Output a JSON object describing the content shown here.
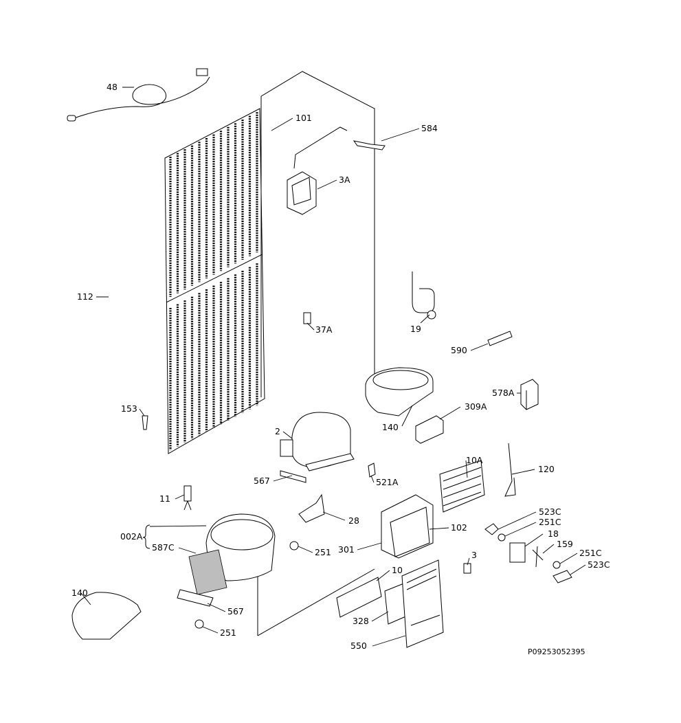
{
  "diagram": {
    "reference_code": "P09253052395",
    "callouts": [
      {
        "key": "c48",
        "label": "48"
      },
      {
        "key": "c101",
        "label": "101"
      },
      {
        "key": "c584",
        "label": "584"
      },
      {
        "key": "c3A",
        "label": "3A"
      },
      {
        "key": "c112",
        "label": "112"
      },
      {
        "key": "c19",
        "label": "19"
      },
      {
        "key": "c37A",
        "label": "37A"
      },
      {
        "key": "c590",
        "label": "590"
      },
      {
        "key": "c578A",
        "label": "578A"
      },
      {
        "key": "c153",
        "label": "153"
      },
      {
        "key": "c140a",
        "label": "140"
      },
      {
        "key": "c309A",
        "label": "309A"
      },
      {
        "key": "c2",
        "label": "2"
      },
      {
        "key": "c10A",
        "label": "10A"
      },
      {
        "key": "c120",
        "label": "120"
      },
      {
        "key": "c567a",
        "label": "567"
      },
      {
        "key": "c521A",
        "label": "521A"
      },
      {
        "key": "c11",
        "label": "11"
      },
      {
        "key": "c28",
        "label": "28"
      },
      {
        "key": "c523Ca",
        "label": "523C"
      },
      {
        "key": "c251Ca",
        "label": "251C"
      },
      {
        "key": "c002A",
        "label": "002A"
      },
      {
        "key": "c102",
        "label": "102"
      },
      {
        "key": "c18",
        "label": "18"
      },
      {
        "key": "c587C",
        "label": "587C"
      },
      {
        "key": "c251a",
        "label": "251"
      },
      {
        "key": "c301",
        "label": "301"
      },
      {
        "key": "c159",
        "label": "159"
      },
      {
        "key": "c3",
        "label": "3"
      },
      {
        "key": "c251Cb",
        "label": "251C"
      },
      {
        "key": "c523Cb",
        "label": "523C"
      },
      {
        "key": "c10",
        "label": "10"
      },
      {
        "key": "c140b",
        "label": "140"
      },
      {
        "key": "c567b",
        "label": "567"
      },
      {
        "key": "c328",
        "label": "328"
      },
      {
        "key": "c251b",
        "label": "251"
      },
      {
        "key": "c550",
        "label": "550"
      }
    ]
  }
}
